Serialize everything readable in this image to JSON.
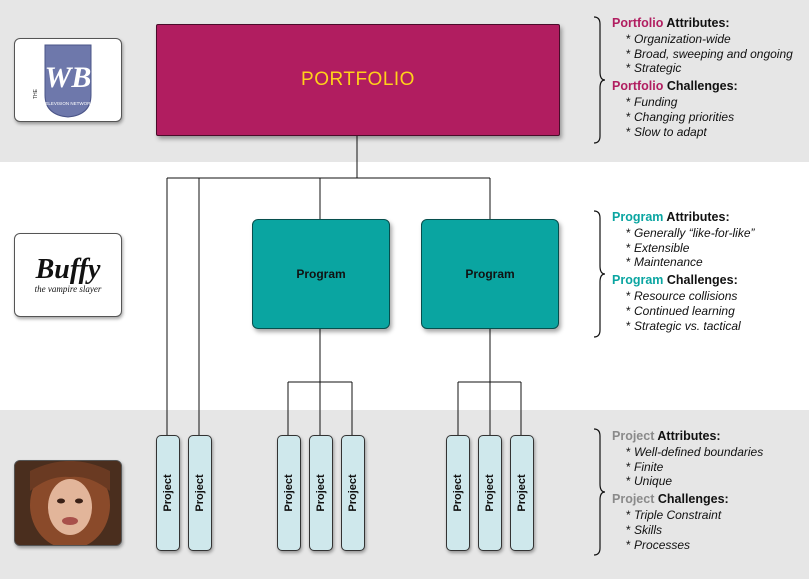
{
  "portfolio": {
    "label": "PORTFOLIO"
  },
  "programs": [
    {
      "label": "Program"
    },
    {
      "label": "Program"
    }
  ],
  "projects": [
    {
      "label": "Project"
    },
    {
      "label": "Project"
    },
    {
      "label": "Project"
    },
    {
      "label": "Project"
    },
    {
      "label": "Project"
    },
    {
      "label": "Project"
    },
    {
      "label": "Project"
    },
    {
      "label": "Project"
    }
  ],
  "logos": {
    "wb": {
      "text_main": "WB",
      "text_small": "THE",
      "text_sub": "TELEVISION NETWORK"
    },
    "buffy": {
      "text_main": "Buffy",
      "text_sub": "the vampire slayer"
    }
  },
  "panels": {
    "portfolio": {
      "keyword": "Portfolio",
      "attributes_word": " Attributes:",
      "challenges_word": " Challenges:",
      "attributes": [
        "Organization-wide",
        "Broad, sweeping and ongoing",
        "Strategic"
      ],
      "challenges": [
        "Funding",
        "Changing priorities",
        "Slow to adapt"
      ]
    },
    "program": {
      "keyword": "Program",
      "attributes_word": " Attributes:",
      "challenges_word": " Challenges:",
      "attributes": [
        "Generally “like-for-like”",
        "Extensible",
        "Maintenance"
      ],
      "challenges": [
        "Resource collisions",
        "Continued learning",
        "Strategic vs. tactical"
      ]
    },
    "project": {
      "keyword": "Project",
      "attributes_word": " Attributes:",
      "challenges_word": " Challenges:",
      "attributes": [
        "Well-defined boundaries",
        "Finite",
        "Unique"
      ],
      "challenges": [
        "Triple Constraint",
        "Skills",
        "Processes"
      ]
    }
  },
  "colors": {
    "portfolio": "#b11d60",
    "portfolio_text": "#ffd11a",
    "program": "#0aa5a1",
    "project": "#cfe8ec",
    "project_keyword": "#8a8a8a",
    "band": "#e6e6e6"
  }
}
